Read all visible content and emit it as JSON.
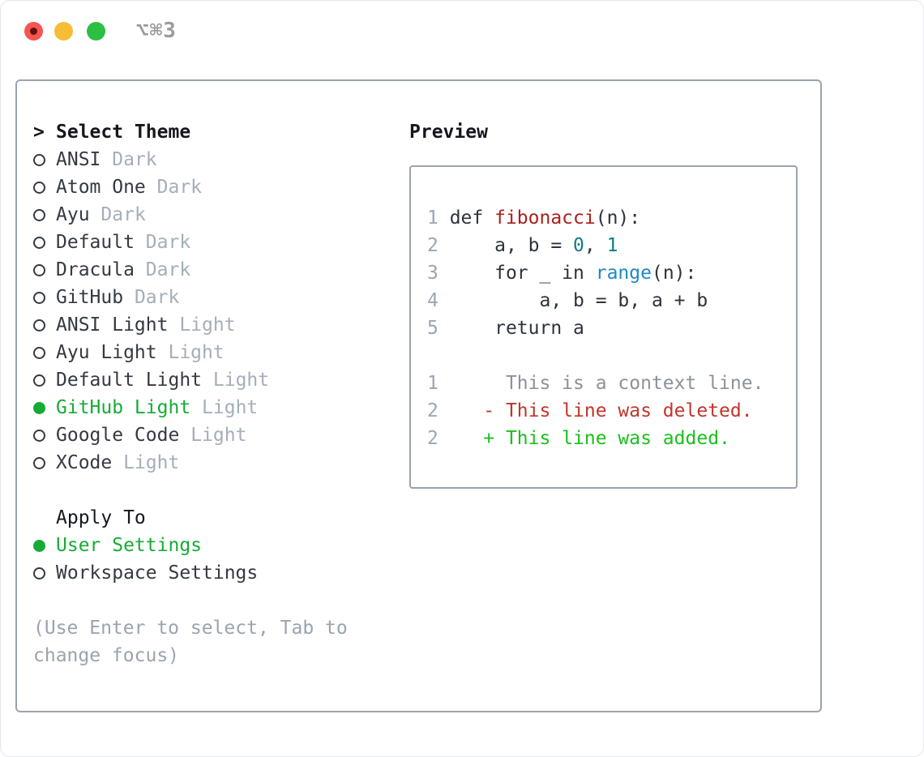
{
  "titlebar": {
    "shortcut": "⌥⌘3"
  },
  "theme_picker": {
    "header_prefix": ">",
    "header": "Select Theme",
    "items": [
      {
        "name": "ANSI",
        "tag": "Dark",
        "selected": false
      },
      {
        "name": "Atom One",
        "tag": "Dark",
        "selected": false
      },
      {
        "name": "Ayu",
        "tag": "Dark",
        "selected": false
      },
      {
        "name": "Default",
        "tag": "Dark",
        "selected": false
      },
      {
        "name": "Dracula",
        "tag": "Dark",
        "selected": false
      },
      {
        "name": "GitHub",
        "tag": "Dark",
        "selected": false
      },
      {
        "name": "ANSI Light",
        "tag": "Light",
        "selected": false
      },
      {
        "name": "Ayu Light",
        "tag": "Light",
        "selected": false
      },
      {
        "name": "Default Light",
        "tag": "Light",
        "selected": false
      },
      {
        "name": "GitHub Light",
        "tag": "Light",
        "selected": true
      },
      {
        "name": "Google Code",
        "tag": "Light",
        "selected": false
      },
      {
        "name": "XCode",
        "tag": "Light",
        "selected": false
      }
    ]
  },
  "apply_to": {
    "header": "Apply To",
    "options": [
      {
        "name": "User Settings",
        "selected": true
      },
      {
        "name": "Workspace Settings",
        "selected": false
      }
    ]
  },
  "hint": {
    "line1": "(Use Enter to select, Tab to",
    "line2": "change focus)"
  },
  "preview": {
    "header": "Preview",
    "code_lines": [
      {
        "num": "1",
        "tokens": [
          {
            "text": "def ",
            "style": "plain"
          },
          {
            "text": "fibonacci",
            "style": "function"
          },
          {
            "text": "(n):",
            "style": "plain"
          }
        ]
      },
      {
        "num": "2",
        "tokens": [
          {
            "text": "    a, b = ",
            "style": "plain"
          },
          {
            "text": "0",
            "style": "number"
          },
          {
            "text": ", ",
            "style": "plain"
          },
          {
            "text": "1",
            "style": "number"
          }
        ]
      },
      {
        "num": "3",
        "tokens": [
          {
            "text": "    for _ in ",
            "style": "plain"
          },
          {
            "text": "range",
            "style": "builtin"
          },
          {
            "text": "(n):",
            "style": "plain"
          }
        ]
      },
      {
        "num": "4",
        "tokens": [
          {
            "text": "        a, b = b, a + b",
            "style": "plain"
          }
        ]
      },
      {
        "num": "5",
        "tokens": [
          {
            "text": "    return a",
            "style": "plain"
          }
        ]
      }
    ],
    "diff_lines": [
      {
        "num": "1",
        "marker": " ",
        "text": "This is a context line.",
        "kind": "context"
      },
      {
        "num": "2",
        "marker": "-",
        "text": "This line was deleted.",
        "kind": "deleted"
      },
      {
        "num": "2",
        "marker": "+",
        "text": "This line was added.",
        "kind": "added"
      }
    ]
  },
  "colors": {
    "accent_green": "#17ab35",
    "added_green": "#1cbf1c",
    "deleted_red": "#c2352a",
    "function_red": "#ab211d",
    "number_teal": "#0e7d82",
    "builtin_blue": "#1f87c5",
    "text_dark": "#343a42",
    "code_dark": "#2d333c",
    "header_black": "#14181d",
    "muted_gray": "#9aa4ae",
    "tag_gray": "#a5aeb9",
    "linenum_gray": "#9ba6b2",
    "context_gray": "#8a929b",
    "border_gray": "#9ba3ad",
    "radio_dark": "#343a42",
    "title_gray": "#9b9b9b",
    "traffic_red": "#f4564f",
    "traffic_red_dot": "#5e120e",
    "traffic_yellow": "#f8bc35",
    "traffic_green": "#2dbf41"
  }
}
